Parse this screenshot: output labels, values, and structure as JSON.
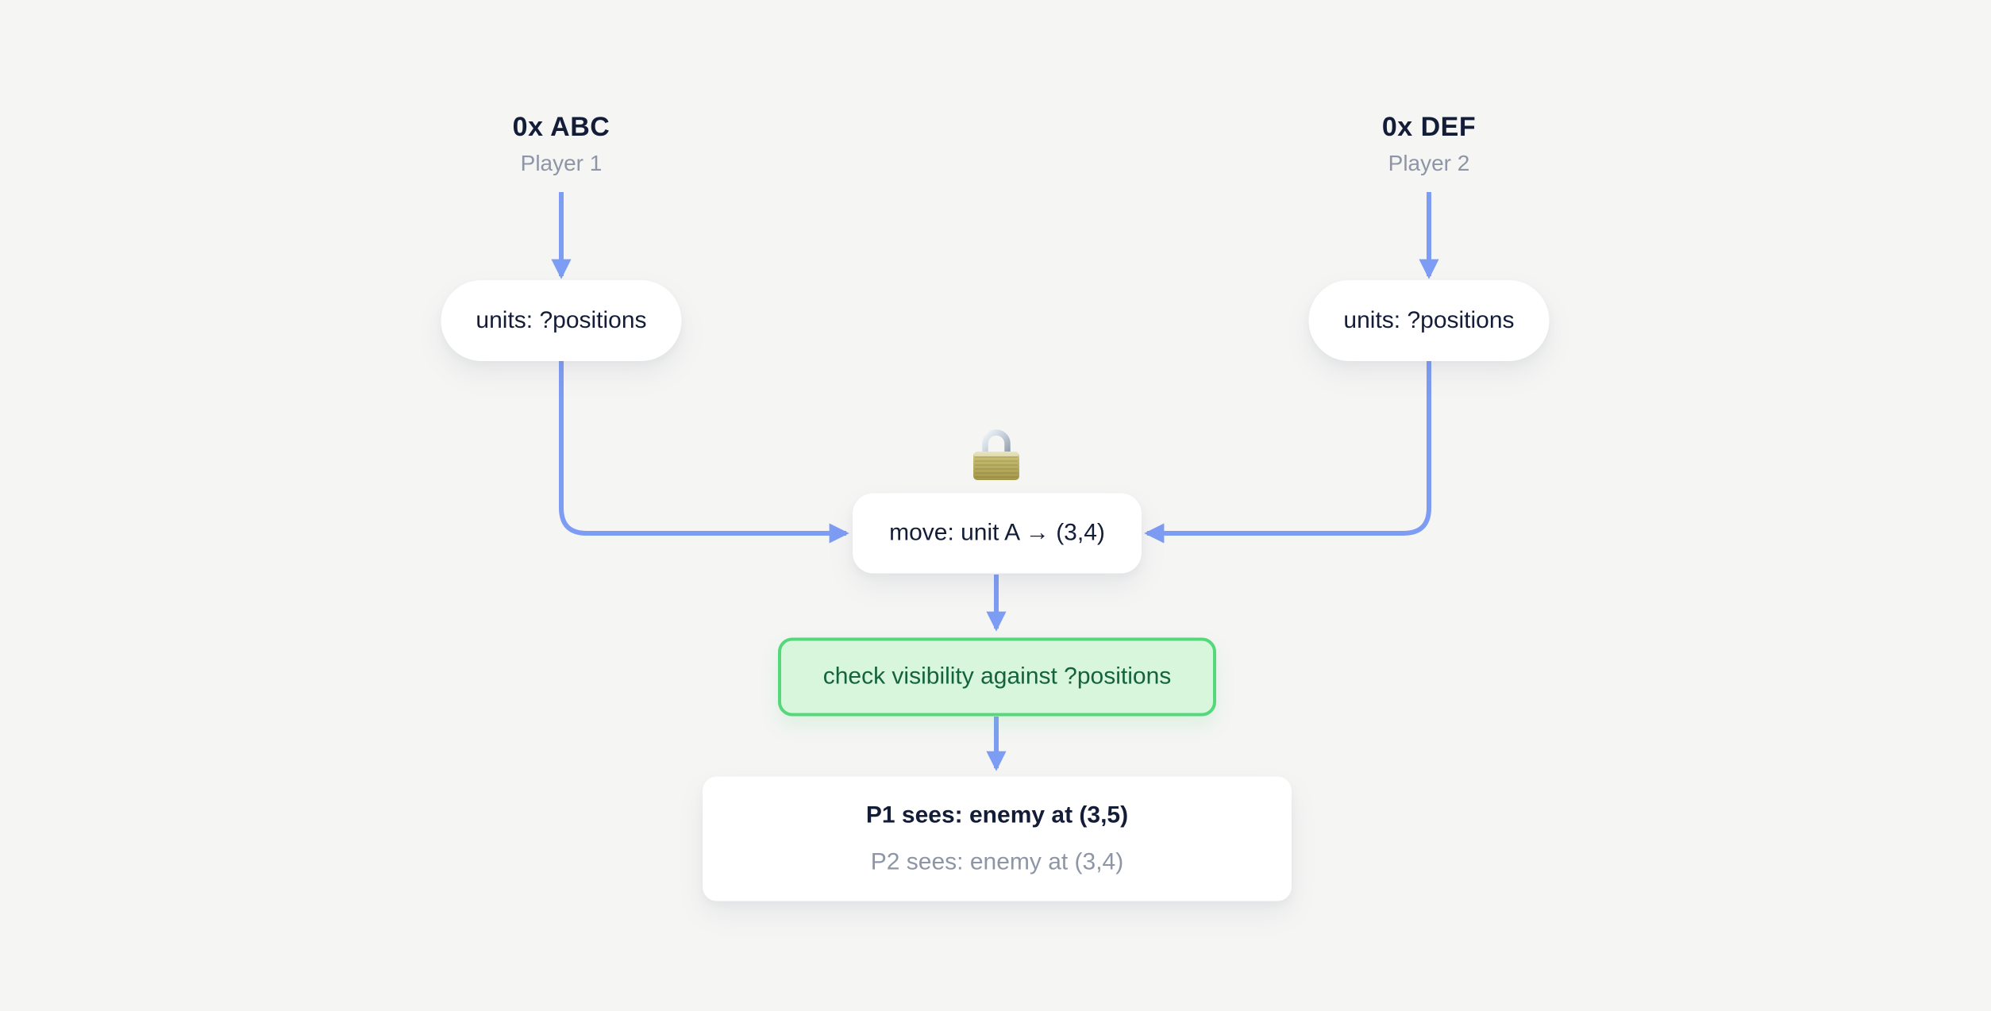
{
  "diagram": {
    "parties": [
      {
        "address": "0x ABC",
        "label": "Player 1",
        "units_label": "units: ?positions"
      },
      {
        "address": "0x DEF",
        "label": "Player 2",
        "units_label": "units: ?positions"
      }
    ],
    "move_node": {
      "label": "move: unit A → (3,4)",
      "icon": "lock-icon"
    },
    "check_node": {
      "label": "check visibility against ?positions"
    },
    "result_node": {
      "p1": "P1 sees: enemy at (3,5)",
      "p2": "P2 sees: enemy at (3,4)"
    }
  },
  "colors": {
    "pageBg": "#f5f5f4",
    "cardBg": "#ffffff",
    "ink": "#141d38",
    "muted": "#8e96a6",
    "arrow": "#7d9cf3",
    "mintBg": "#d8f6dc",
    "mintBorder": "#55d87b",
    "mintText": "#14633a"
  }
}
